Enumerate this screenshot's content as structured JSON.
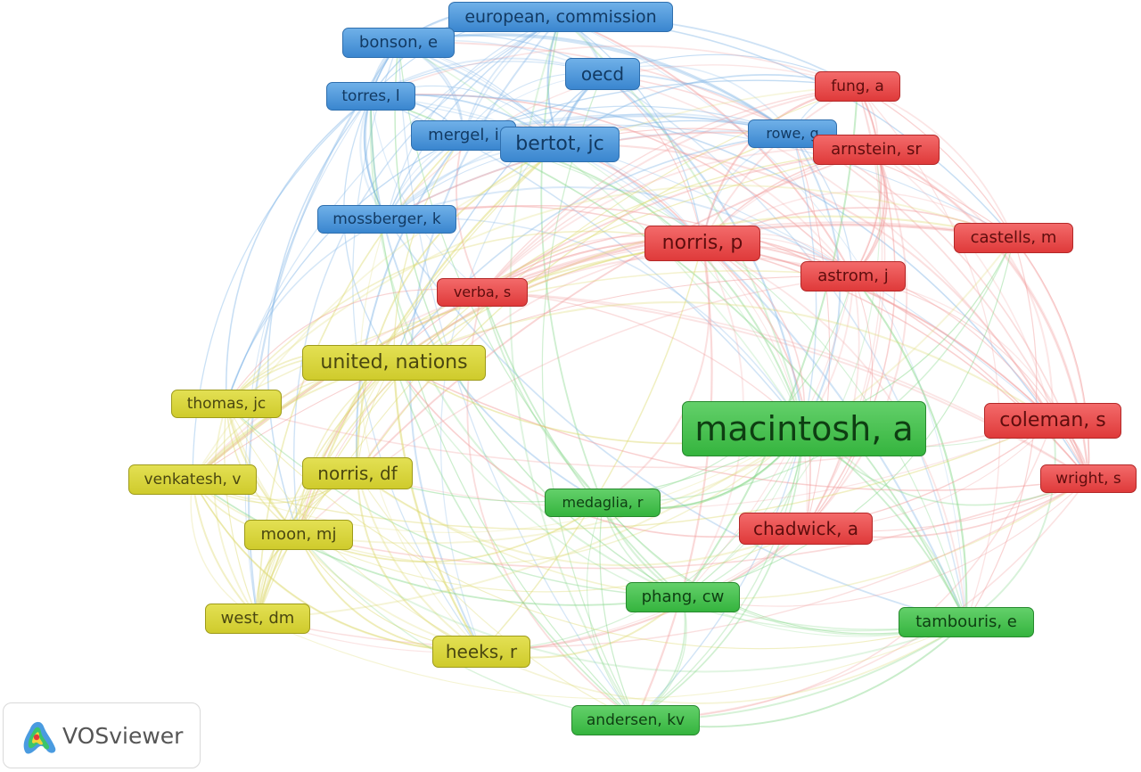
{
  "logo": {
    "text": "VOSviewer"
  },
  "clusters": {
    "blue": {
      "color": "#3a86cf",
      "edge": "#7fb4e6"
    },
    "red": {
      "color": "#df3a3a",
      "edge": "#f19a9a"
    },
    "yellow": {
      "color": "#cfcb2c",
      "edge": "#dcd86a"
    },
    "green": {
      "color": "#35b43e",
      "edge": "#82d686"
    }
  },
  "nodes": [
    {
      "id": "european-commission",
      "label": "european, commission",
      "cluster": "blue"
    },
    {
      "id": "bonson-e",
      "label": "bonson, e",
      "cluster": "blue"
    },
    {
      "id": "oecd",
      "label": "oecd",
      "cluster": "blue"
    },
    {
      "id": "torres-l",
      "label": "torres, l",
      "cluster": "blue"
    },
    {
      "id": "mergel-i",
      "label": "mergel, i",
      "cluster": "blue"
    },
    {
      "id": "bertot-jc",
      "label": "bertot, jc",
      "cluster": "blue"
    },
    {
      "id": "rowe-g",
      "label": "rowe, g",
      "cluster": "blue"
    },
    {
      "id": "mossberger-k",
      "label": "mossberger, k",
      "cluster": "blue"
    },
    {
      "id": "fung-a",
      "label": "fung, a",
      "cluster": "red"
    },
    {
      "id": "arnstein-sr",
      "label": "arnstein, sr",
      "cluster": "red"
    },
    {
      "id": "castells-m",
      "label": "castells, m",
      "cluster": "red"
    },
    {
      "id": "norris-p",
      "label": "norris, p",
      "cluster": "red"
    },
    {
      "id": "astrom-j",
      "label": "astrom, j",
      "cluster": "red"
    },
    {
      "id": "verba-s",
      "label": "verba, s",
      "cluster": "red"
    },
    {
      "id": "coleman-s",
      "label": "coleman, s",
      "cluster": "red"
    },
    {
      "id": "wright-s",
      "label": "wright, s",
      "cluster": "red"
    },
    {
      "id": "chadwick-a",
      "label": "chadwick, a",
      "cluster": "red"
    },
    {
      "id": "united-nations",
      "label": "united, nations",
      "cluster": "yellow"
    },
    {
      "id": "thomas-jc",
      "label": "thomas, jc",
      "cluster": "yellow"
    },
    {
      "id": "venkatesh-v",
      "label": "venkatesh, v",
      "cluster": "yellow"
    },
    {
      "id": "norris-df",
      "label": "norris, df",
      "cluster": "yellow"
    },
    {
      "id": "moon-mj",
      "label": "moon, mj",
      "cluster": "yellow"
    },
    {
      "id": "west-dm",
      "label": "west, dm",
      "cluster": "yellow"
    },
    {
      "id": "heeks-r",
      "label": "heeks, r",
      "cluster": "yellow"
    },
    {
      "id": "macintosh-a",
      "label": "macintosh, a",
      "cluster": "green"
    },
    {
      "id": "medaglia-r",
      "label": "medaglia, r",
      "cluster": "green"
    },
    {
      "id": "phang-cw",
      "label": "phang, cw",
      "cluster": "green"
    },
    {
      "id": "tambouris-e",
      "label": "tambouris, e",
      "cluster": "green"
    },
    {
      "id": "andersen-kv",
      "label": "andersen, kv",
      "cluster": "green"
    }
  ]
}
